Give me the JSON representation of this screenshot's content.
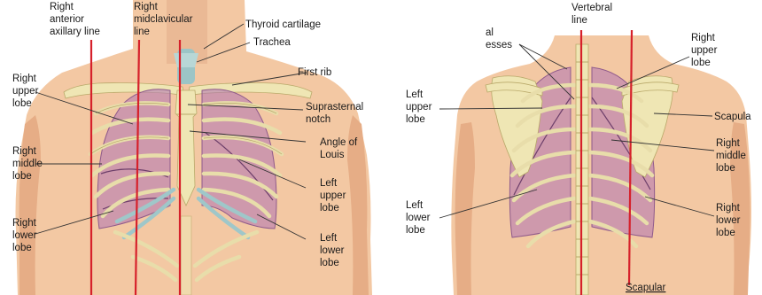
{
  "colors": {
    "reference_line": "#d6212b",
    "skin": "#f3c8a3",
    "lung": "#b77db1",
    "bone": "#efe6b4",
    "cartilage": "#9fc7c9"
  },
  "anterior_view": {
    "labels": {
      "right_anterior_axillary_line": [
        "Right",
        "anterior",
        "axillary line"
      ],
      "right_midclavicular_line": [
        "Right",
        "midclavicular",
        "line"
      ],
      "thyroid_cartilage": [
        "Thyroid cartilage"
      ],
      "trachea": [
        "Trachea"
      ],
      "first_rib": [
        "First rib"
      ],
      "suprasternal_notch": [
        "Suprasternal",
        "notch"
      ],
      "angle_of_louis": [
        "Angle of",
        "Louis"
      ],
      "right_upper_lobe": [
        "Right",
        "upper",
        "lobe"
      ],
      "right_middle_lobe": [
        "Right",
        "middle",
        "lobe"
      ],
      "right_lower_lobe": [
        "Right",
        "lower",
        "lobe"
      ],
      "left_upper_lobe": [
        "Left",
        "upper",
        "lobe"
      ],
      "left_lower_lobe": [
        "Left",
        "lower",
        "lobe"
      ]
    }
  },
  "posterior_view": {
    "labels": {
      "vertebral_line": [
        "Vertebral",
        "line"
      ],
      "spinous_processes": [
        "al",
        "esses"
      ],
      "left_upper_lobe": [
        "Left",
        "upper",
        "lobe"
      ],
      "left_lower_lobe": [
        "Left",
        "lower",
        "lobe"
      ],
      "right_upper_lobe": [
        "Right",
        "upper",
        "lobe"
      ],
      "scapula": [
        "Scapula"
      ],
      "right_middle_lobe": [
        "Right",
        "middle",
        "lobe"
      ],
      "right_lower_lobe": [
        "Right",
        "lower",
        "lobe"
      ],
      "scapular_line": [
        "Scapular"
      ]
    }
  }
}
